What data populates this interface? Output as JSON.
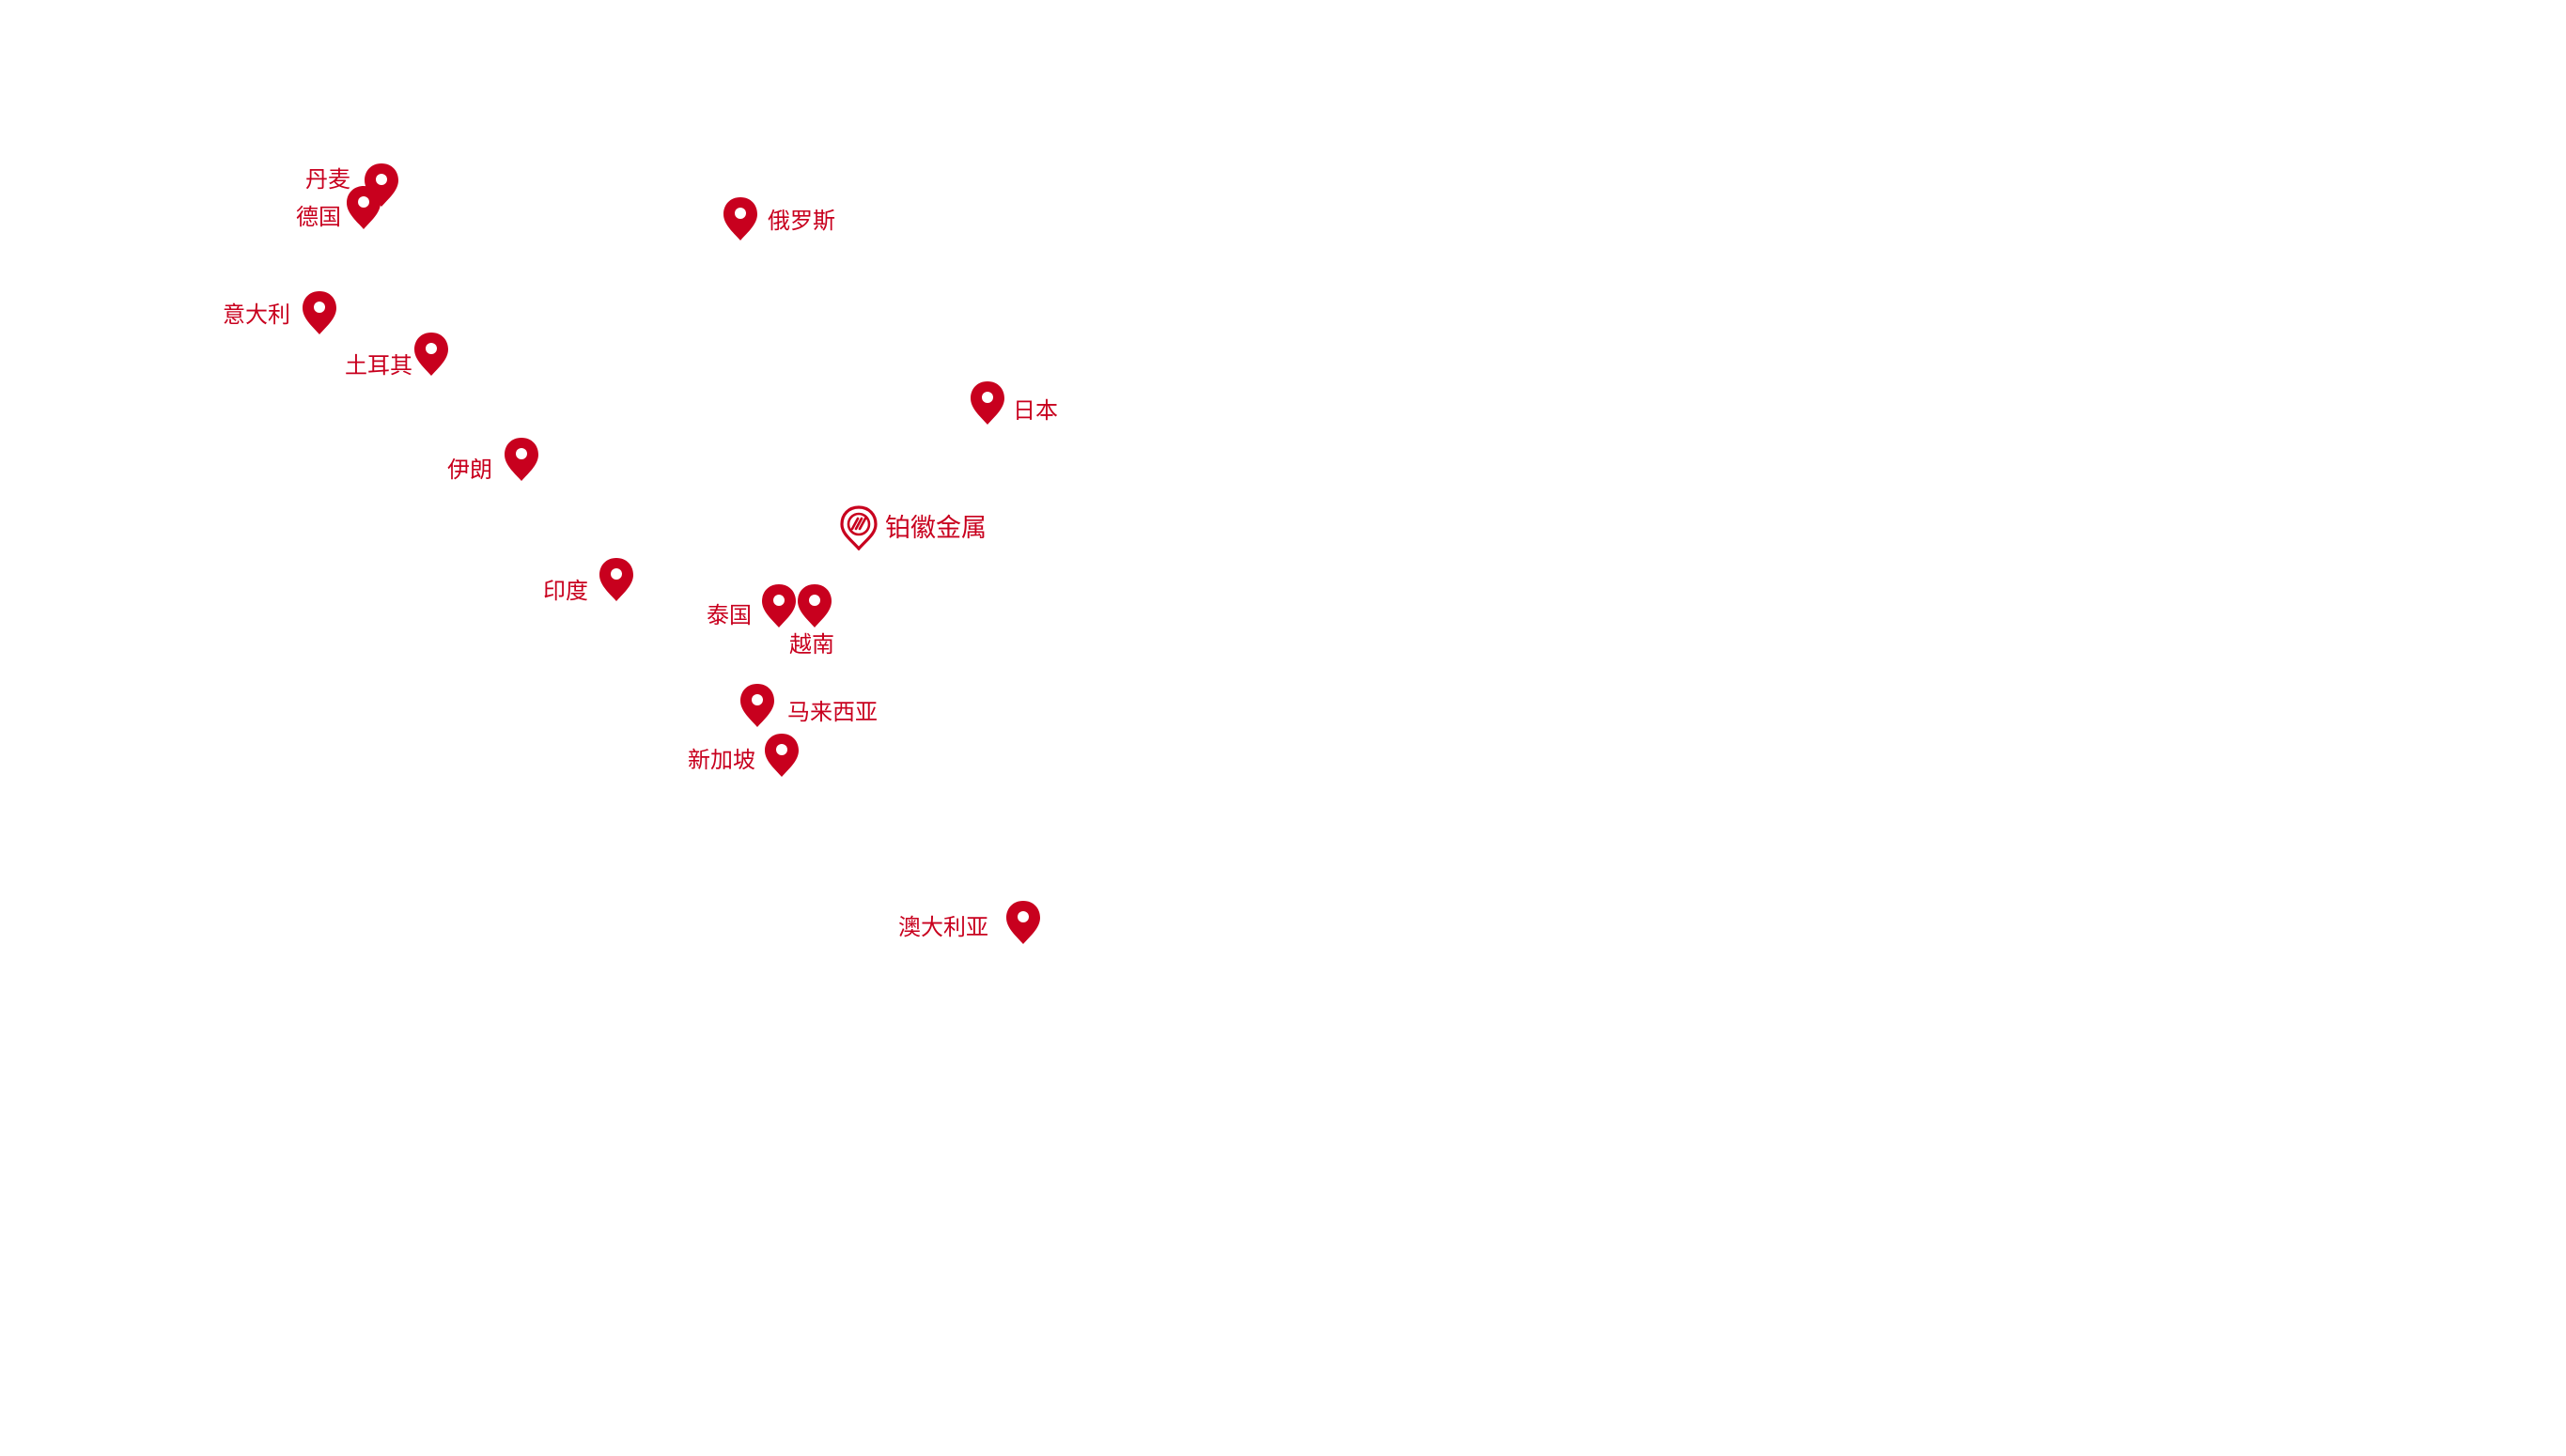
{
  "map": {
    "pin_color": "#c8001e",
    "background": "#ffffff",
    "icon": "map-pin-icon",
    "headquarters": {
      "label": "铂徽金属",
      "icon": "company-logo-pin-icon"
    },
    "locations": [
      {
        "id": "denmark",
        "label": "丹麦"
      },
      {
        "id": "germany",
        "label": "德国"
      },
      {
        "id": "russia",
        "label": "俄罗斯"
      },
      {
        "id": "italy",
        "label": "意大利"
      },
      {
        "id": "turkey",
        "label": "土耳其"
      },
      {
        "id": "japan",
        "label": "日本"
      },
      {
        "id": "iran",
        "label": "伊朗"
      },
      {
        "id": "india",
        "label": "印度"
      },
      {
        "id": "thailand",
        "label": "泰国"
      },
      {
        "id": "vietnam",
        "label": "越南"
      },
      {
        "id": "malaysia",
        "label": "马来西亚"
      },
      {
        "id": "singapore",
        "label": "新加坡"
      },
      {
        "id": "australia",
        "label": "澳大利亚"
      }
    ]
  }
}
